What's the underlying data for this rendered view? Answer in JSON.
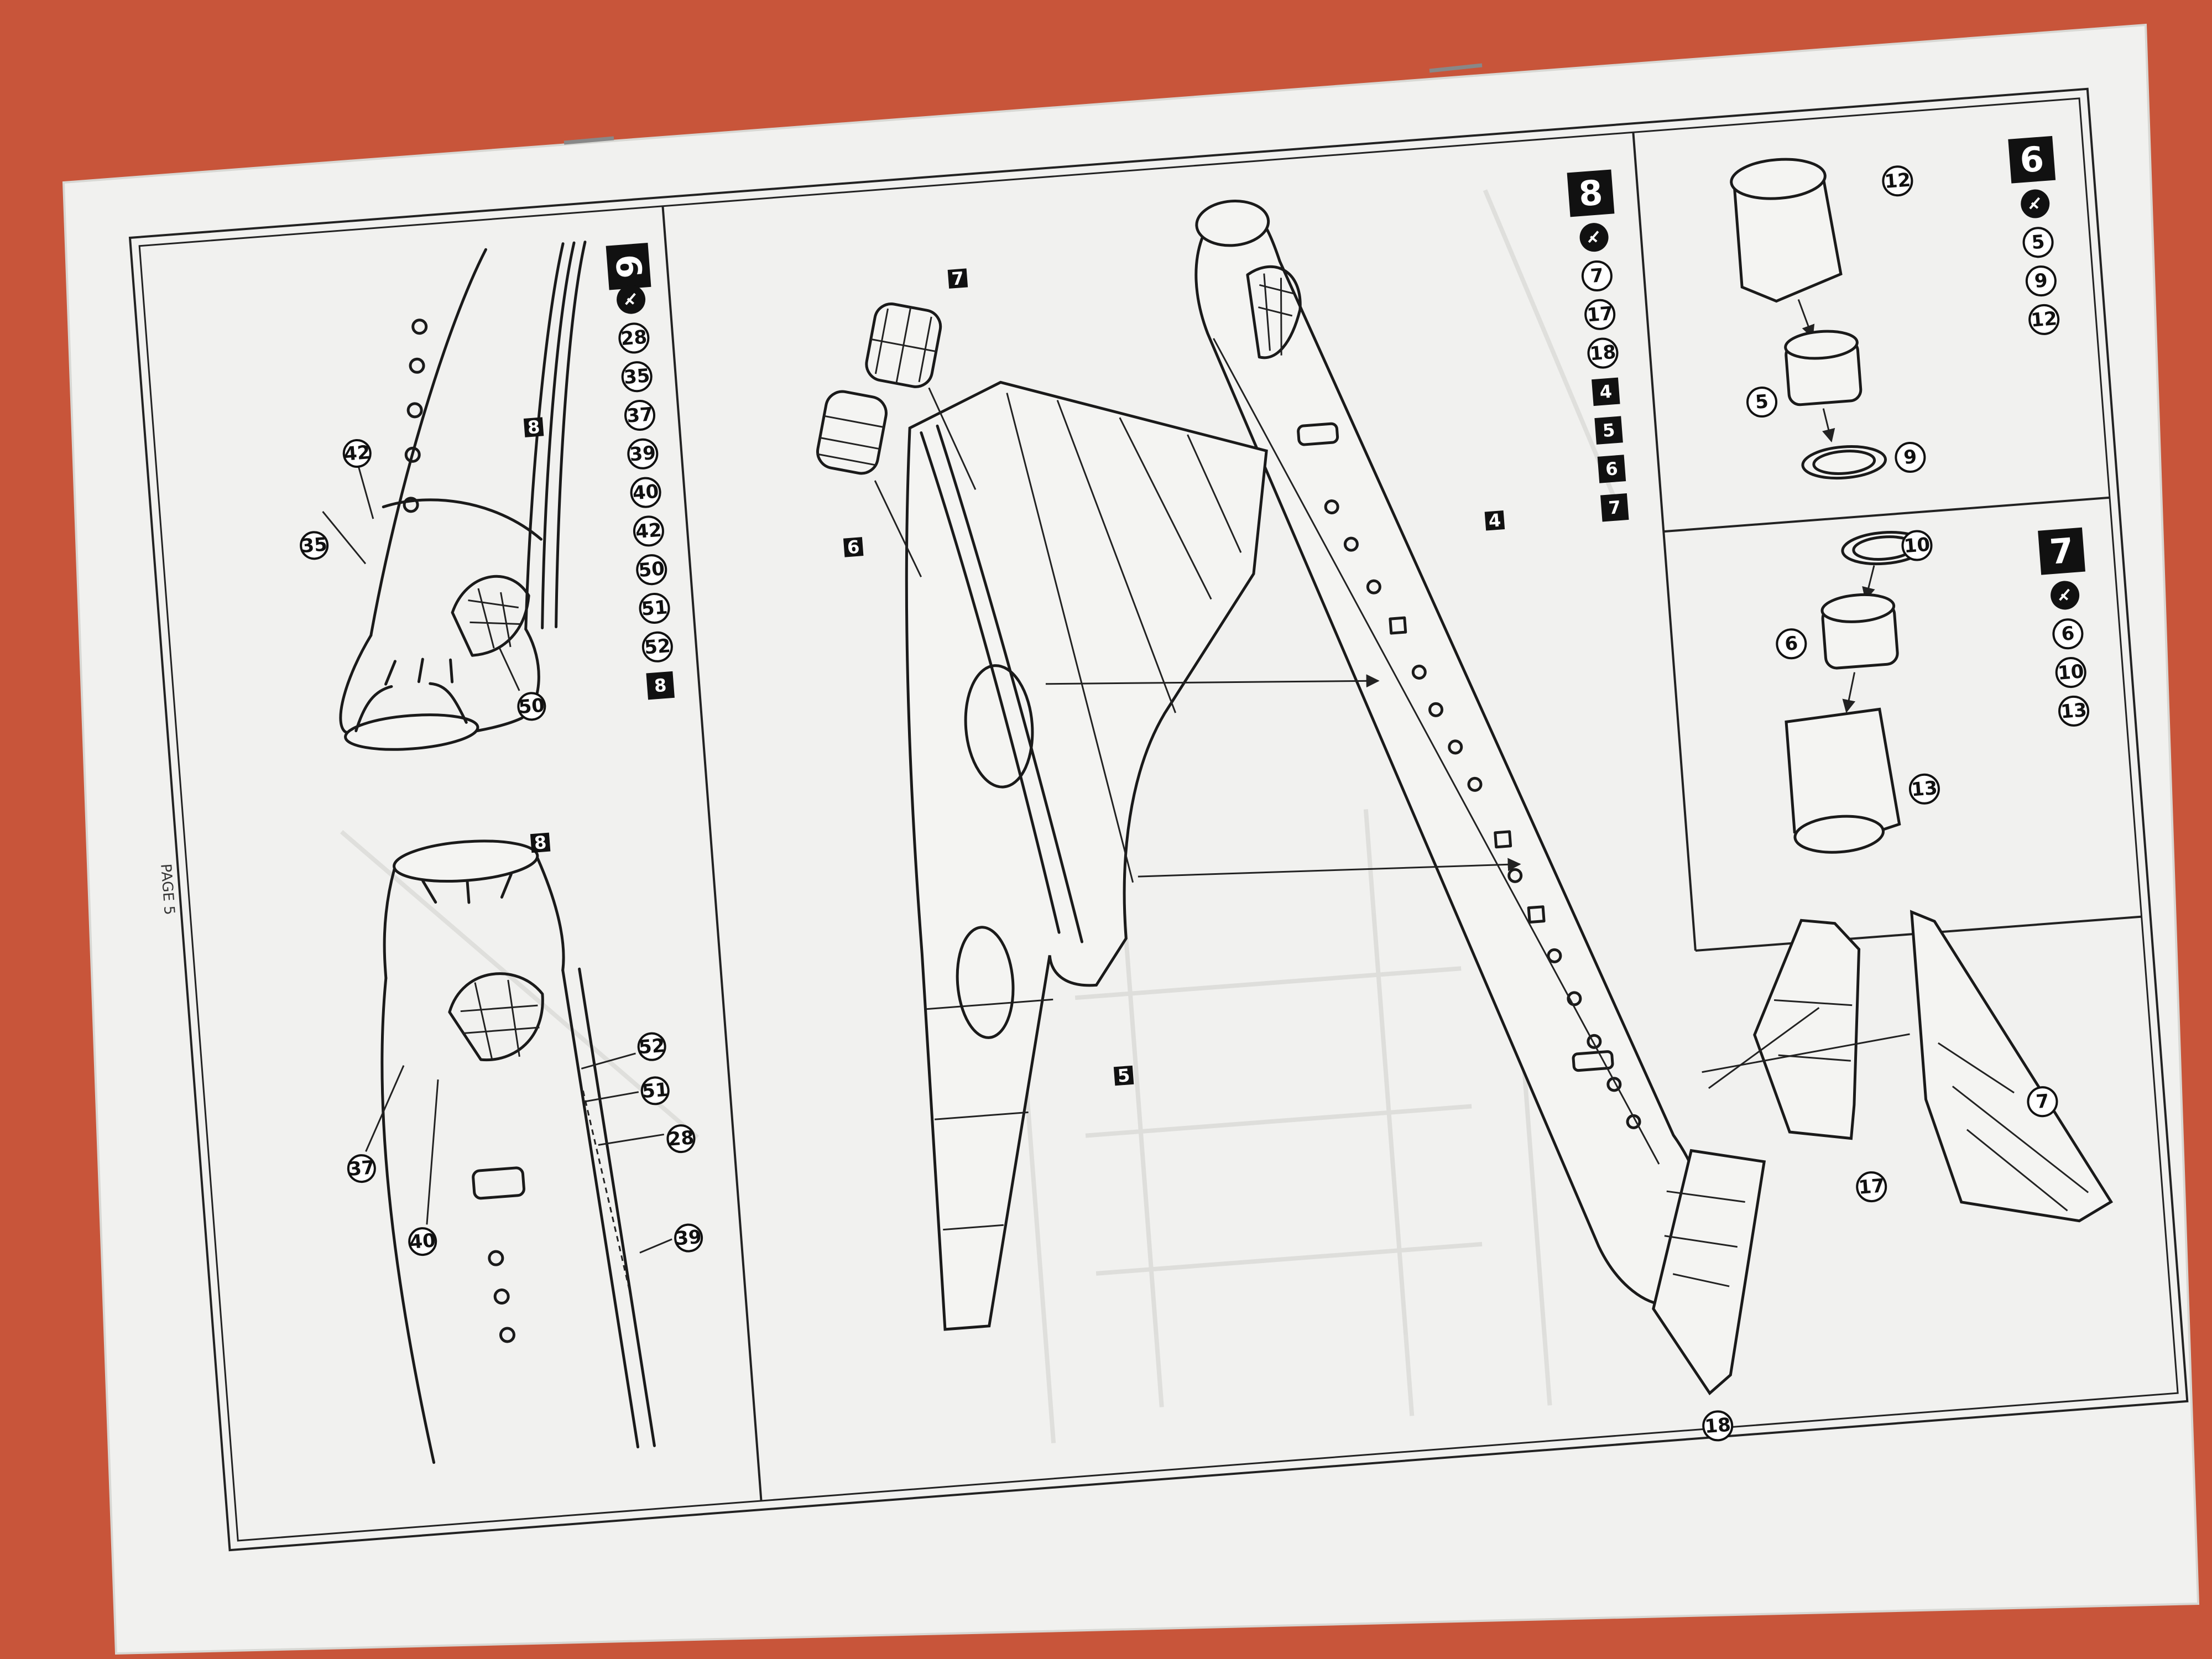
{
  "page": {
    "page_label": "PAGE 5",
    "colors": {
      "background": "#c8553a",
      "paper": "#f1f1ef",
      "ink": "#1a1a1a"
    }
  },
  "steps": [
    {
      "id": "step-6",
      "number": "6",
      "glue_icon": "glue-icon",
      "parts": [
        "5",
        "9",
        "12"
      ],
      "callouts": [
        "12",
        "5",
        "9"
      ]
    },
    {
      "id": "step-7",
      "number": "7",
      "glue_icon": "glue-icon",
      "parts": [
        "6",
        "10",
        "13"
      ],
      "callouts": [
        "10",
        "6",
        "13"
      ]
    },
    {
      "id": "step-8",
      "number": "8",
      "glue_icon": "glue-icon",
      "parts": [
        "7",
        "17",
        "18"
      ],
      "subassemblies": [
        "4",
        "5",
        "6",
        "7"
      ],
      "callouts": [
        "17",
        "18",
        "7"
      ],
      "boxed_callouts": [
        "7",
        "6",
        "4",
        "5"
      ]
    },
    {
      "id": "step-9",
      "number": "9",
      "glue_icon": "glue-icon",
      "parts": [
        "28",
        "35",
        "37",
        "39",
        "40",
        "42",
        "50",
        "51",
        "52"
      ],
      "subassemblies": [
        "8"
      ],
      "callouts": [
        "42",
        "35",
        "50",
        "52",
        "51",
        "37",
        "28",
        "40",
        "39"
      ],
      "boxed_callouts": [
        "8",
        "8"
      ]
    }
  ]
}
